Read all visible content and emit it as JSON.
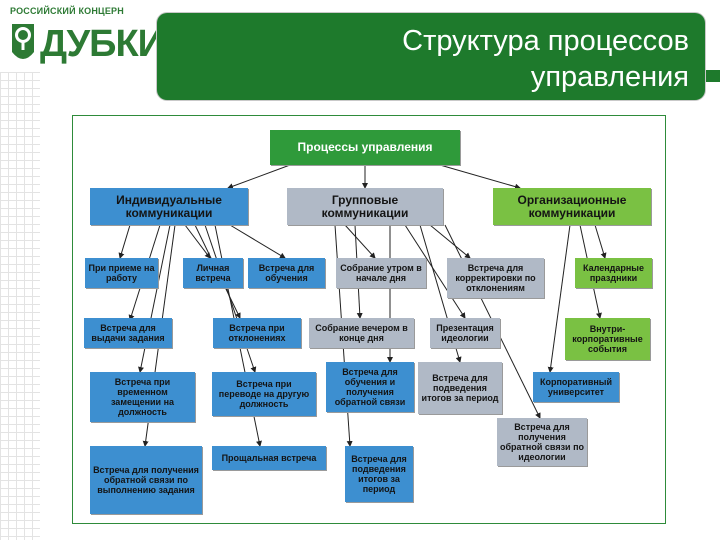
{
  "logo": {
    "tagline": "РОССИЙСКИЙ КОНЦЕРН",
    "name": "ДУБКИ"
  },
  "title": "Структура процессов управления",
  "colors": {
    "green_dark": "#1e7a2c",
    "blue": "#3d8fd0",
    "gray": "#b0b9c6",
    "lime": "#7ac143",
    "root": "#2f9a3a"
  },
  "diagram": {
    "root": "Процессы управления",
    "groups": {
      "individual": "Индивидуальные коммуникации",
      "group": "Групповые коммуникации",
      "org": "Организационные коммуникации"
    },
    "individual_items": [
      "При приеме на работу",
      "Личная встреча",
      "Встреча для обучения",
      "Встреча для выдачи задания",
      "Встреча при отклонениях",
      "Встреча при временном замещении на должность",
      "Встреча при переводе на другую должность",
      "Встреча для получения обратной связи по выполнению задания",
      "Прощальная встреча"
    ],
    "group_items": [
      "Собрание утром в начале дня",
      "Встреча для корректировки по отклонениям",
      "Собрание вечером в конце дня",
      "Презентация идеологии",
      "Встреча для обучения и получения обратной связи",
      "Встреча для подведения итогов за период",
      "Встреча для подведения итогов за период"
    ],
    "org_items": [
      "Календарные праздники",
      "Внутри-корпоративные события",
      "Корпоративный университет",
      "Встреча для получения обратной связи по идеологии"
    ]
  }
}
